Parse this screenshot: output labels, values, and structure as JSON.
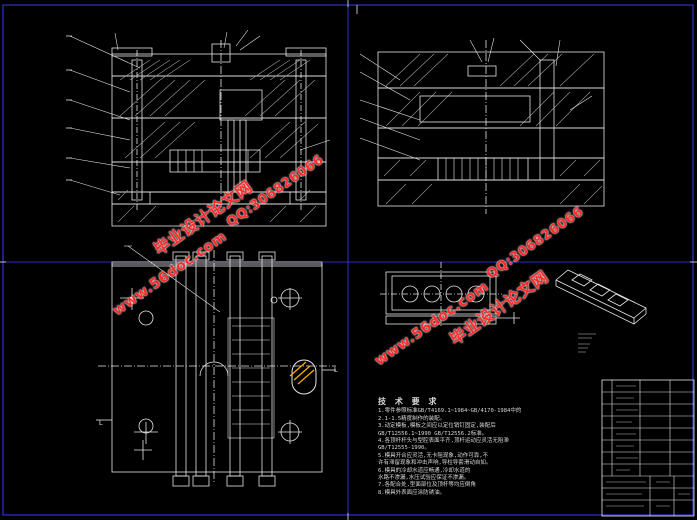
{
  "drawing": {
    "background_color": "#000000",
    "line_color": "#e6e6e6",
    "border_color": "#3b3bff",
    "watermark_color": "#ff2a2a"
  },
  "watermarks": [
    {
      "id": "wm1",
      "text": "毕业设计论文网"
    },
    {
      "id": "wm2",
      "text": "QQ:306826066"
    },
    {
      "id": "wm3",
      "text": "www.56doc.com"
    },
    {
      "id": "wm4",
      "text": "QQ:306826066"
    },
    {
      "id": "wm5",
      "text": "毕业设计论文网"
    },
    {
      "id": "wm6",
      "text": "www.56doc.com"
    }
  ],
  "technical_requirements": {
    "title": "技 术 要 求",
    "lines": [
      "1.零件参照标准GB/T4169.1~1984~GB/4170-1984中的",
      "2.1-1.5精度制作的装配。",
      "3.动定模板,模板之间应以定位销钉固定,装配后",
      "GB/T12556.1~1990 GB/T12556.2标准。",
      "4.各顶杆杆头与型腔表面平齐,顶杆运动应灵活无阻滞",
      "GB/T12555-1990。",
      "5.模具开合应灵活,无卡阻现象,动作可靠,不",
      "许有滞留现象和冲击声响,导柱导套滑动自如。",
      "6.模具的冷却水道应畅通,冷却水道的",
      "水路不渗漏,水压试验应保证不渗漏。",
      "7.各配合处,型面部位及顶杆等均应倒角",
      "8.模具外表面应涂防锈油。"
    ]
  },
  "plan_view_labels": {
    "left": "L",
    "right": "L"
  }
}
